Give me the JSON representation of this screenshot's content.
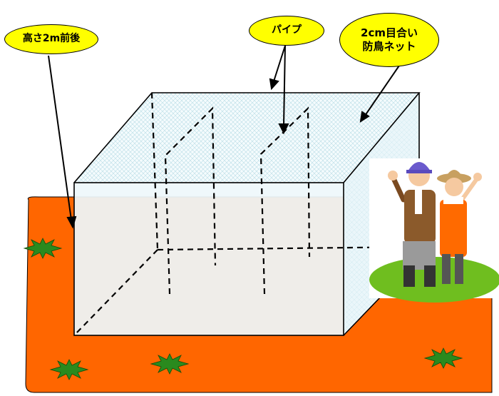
{
  "labels": {
    "height": "高さ2m前後",
    "pipe": "パイプ",
    "net_line1": "2cm目合い",
    "net_line2": "防鳥ネット"
  },
  "colors": {
    "ground": "#ff6600",
    "label_fill": "#ffff00",
    "net_fill": "#eef8fb",
    "grass": "#2a8a1e",
    "meadow": "#6fbe1f"
  },
  "icons": [
    "grass-tuft-icon",
    "farmer-couple-illustration"
  ]
}
